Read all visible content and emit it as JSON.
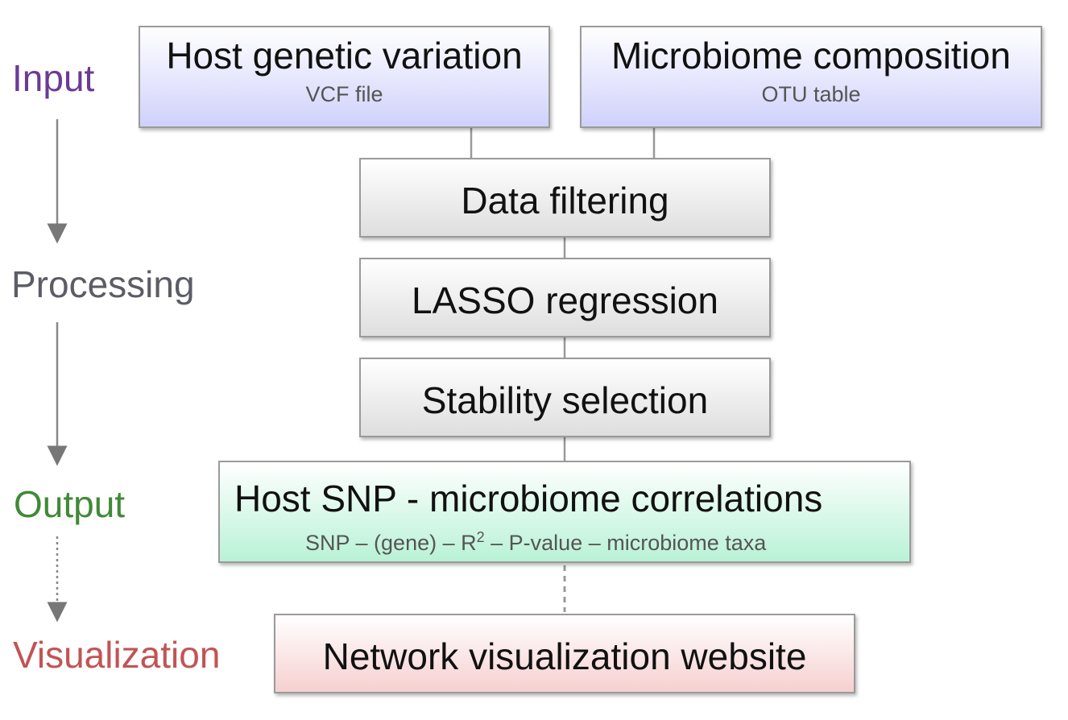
{
  "stages": {
    "input": "Input",
    "processing": "Processing",
    "output": "Output",
    "visualization": "Visualization"
  },
  "boxes": {
    "host": {
      "title": "Host genetic variation",
      "subtitle": "VCF file"
    },
    "microbiome": {
      "title": "Microbiome composition",
      "subtitle": "OTU table"
    },
    "filtering": {
      "title": "Data filtering"
    },
    "lasso": {
      "title": "LASSO regression"
    },
    "stability": {
      "title": "Stability selection"
    },
    "correlations": {
      "title": "Host SNP - microbiome correlations",
      "subtitle_before": "SNP – (gene) – R",
      "subtitle_sup": "2",
      "subtitle_after": " – P-value – microbiome taxa"
    },
    "network": {
      "title": "Network visualization website"
    }
  },
  "colors": {
    "input": "#6b3a96",
    "processing": "#5c5c66",
    "output": "#3f8a37",
    "visualization": "#c25454"
  }
}
